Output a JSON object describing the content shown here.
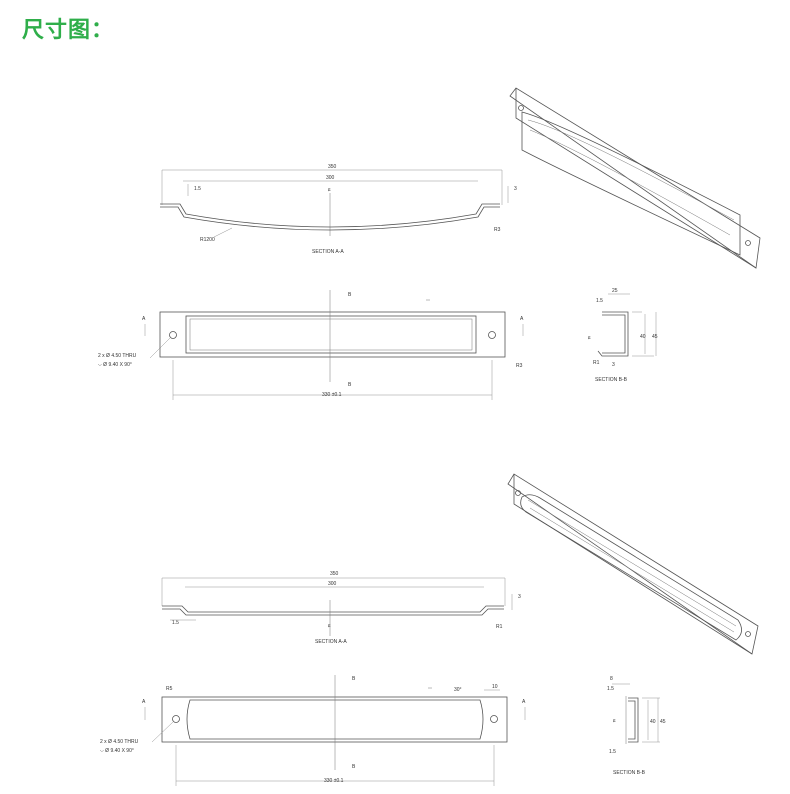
{
  "title": "尺寸图：",
  "drawing1": {
    "section_aa": {
      "label": "SECTION A-A",
      "dim_overall": "350",
      "dim_inner": "300",
      "dim_thickness": "1.5",
      "dim_step": "3",
      "dim_radius": "R1200",
      "dim_corner": "R3",
      "centerline": "ɕ"
    },
    "plan": {
      "mark_a": "A",
      "mark_b": "B",
      "hole_note_1": "2 x Ø 4.50 THRU",
      "hole_note_2": "⌵ Ø 9.40 X 90°",
      "dim_corner": "R3",
      "dim_span": "330 ±0.1"
    },
    "section_bb": {
      "label": "SECTION B-B",
      "dim_top": "25",
      "dim_thickness": "1.5",
      "dim_h1": "40",
      "dim_h2": "45",
      "dim_r": "R1",
      "dim_bottom": "3",
      "centerline": "ɕ"
    }
  },
  "drawing2": {
    "section_aa": {
      "label": "SECTION A-A",
      "dim_overall": "350",
      "dim_inner": "300",
      "dim_thickness": "1.5",
      "dim_step": "3",
      "dim_corner": "R1",
      "centerline": "ɕ"
    },
    "plan": {
      "mark_a": "A",
      "mark_b": "B",
      "hole_note_1": "2 x Ø 4.50 THRU",
      "hole_note_2": "⌵ Ø 9.40 X 90°",
      "dim_corner": "R5",
      "dim_angle": "30°",
      "dim_small": "10",
      "dim_span": "330 ±0.1"
    },
    "section_bb": {
      "label": "SECTION B-B",
      "dim_top": "8",
      "dim_thickness": "1.5",
      "dim_h1": "40",
      "dim_h2": "45",
      "dim_bottom": "1.5",
      "centerline": "ɕ"
    }
  }
}
